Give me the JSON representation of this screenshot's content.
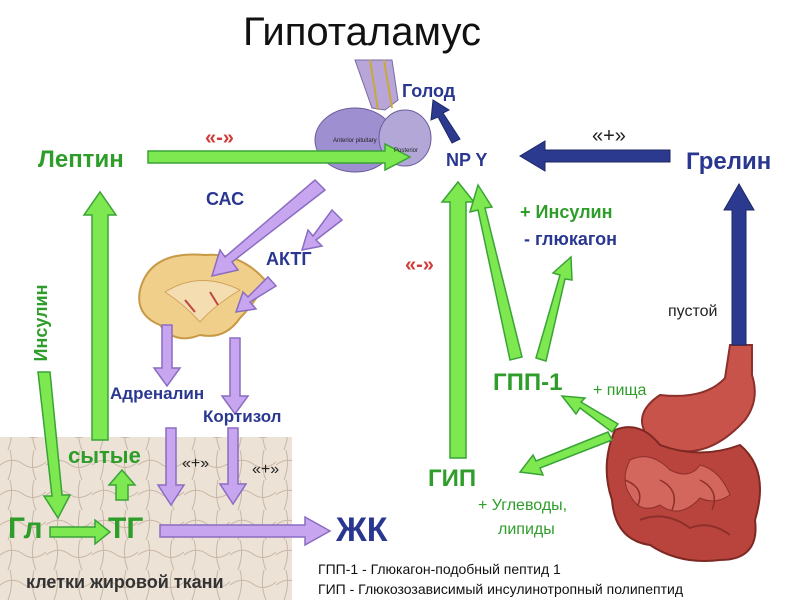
{
  "title": "Гипоталамус",
  "labels": {
    "golod": "Голод",
    "minus_top": "«-»",
    "plus_top": "«+»",
    "leptin": "Лептин",
    "npy": "NP Y",
    "grelin": "Грелин",
    "sas": "САС",
    "aktg": "АКТГ",
    "insulin_plus": "+ Инсулин",
    "glucagon_minus": "- глюкагон",
    "minus_mid": "«-»",
    "pustoy": "пустой",
    "insulin_vertical": "Инсулин",
    "gpp1": "ГПП-1",
    "pishcha": "+ пища",
    "adrenalin": "Адреналин",
    "kortizol": "Кортизол",
    "sytye": "сытые",
    "plus_left": "«+»",
    "plus_right": "«+»",
    "gip": "ГИП",
    "gl": "Гл",
    "tg": "ТГ",
    "zhk": "ЖК",
    "uglevody": "+ Углеводы,",
    "lipidy": "липиды",
    "fat_cells": "клетки жировой ткани",
    "pituitary_anterior": "Anterior pituitary",
    "pituitary_posterior": "Posterior"
  },
  "legend": {
    "line1": "ГПП-1 - Глюкагон-подобный пептид 1",
    "line2": "ГИП - Глюкозозависимый инсулинотропный полипептид"
  },
  "colors": {
    "green_arrow": "#7de84f",
    "green_stroke": "#3aa336",
    "navy_arrow": "#2b3a8e",
    "purple_arrow": "#c7a6ef",
    "purple_stroke": "#8a6cc2",
    "fat_tissue": "#e9ddd0",
    "organ_red": "#b7453f"
  }
}
